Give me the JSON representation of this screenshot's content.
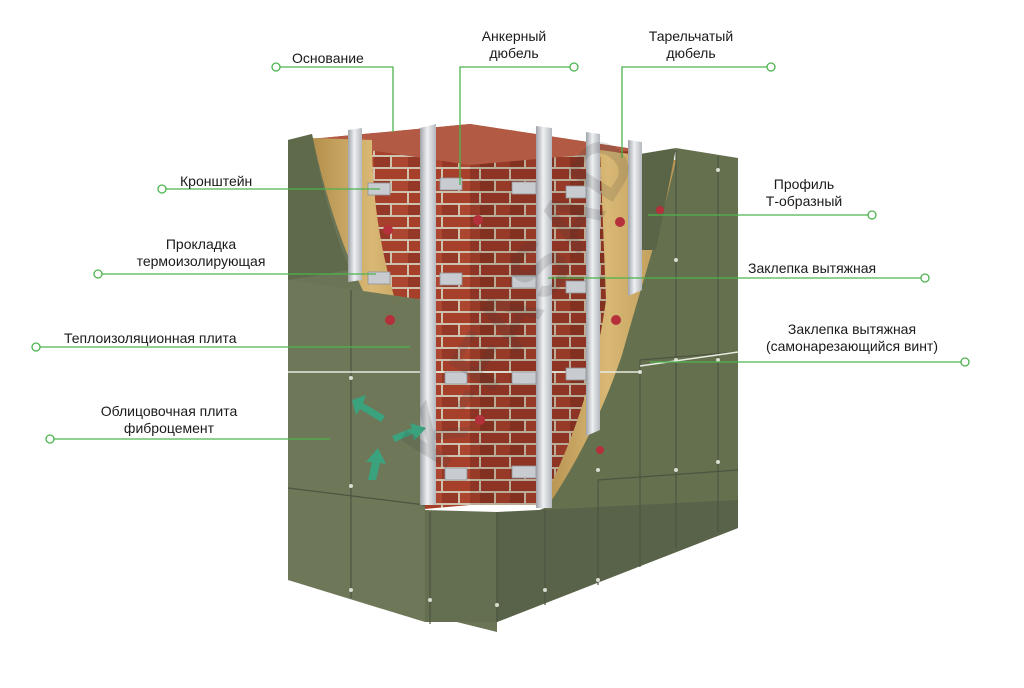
{
  "colors": {
    "leader": "#4db34d",
    "panel": "#6b7556",
    "panel_dark": "#535c42",
    "panel_edge": "#454d37",
    "brick": "#a6402b",
    "brick_dark": "#7f2d1d",
    "mortar": "#cfc2ad",
    "insulation": "#c9a35d",
    "metal": "#cfd2d6",
    "arrow": "#3aa37e"
  },
  "watermark": "K-FASAD",
  "labels": {
    "base": {
      "text": "Основание"
    },
    "anchor_dowel": {
      "line1": "Анкерный",
      "line2": "дюбель"
    },
    "disc_dowel": {
      "line1": "Тарельчатый",
      "line2": "дюбель"
    },
    "bracket": {
      "text": "Кронштейн"
    },
    "t_profile": {
      "line1": "Профиль",
      "line2": "Т-образный"
    },
    "thermal_pad": {
      "line1": "Прокладка",
      "line2": "термоизолирующая"
    },
    "blind_rivet": {
      "text": "Заклепка вытяжная"
    },
    "insulation_board": {
      "text": "Теплоизоляционная плита"
    },
    "self_tapping": {
      "line1": "Заклепка вытяжная",
      "line2": "(самонарезающийся винт)"
    },
    "cladding": {
      "line1": "Облицовочная плита",
      "line2": "фиброцемент"
    }
  }
}
